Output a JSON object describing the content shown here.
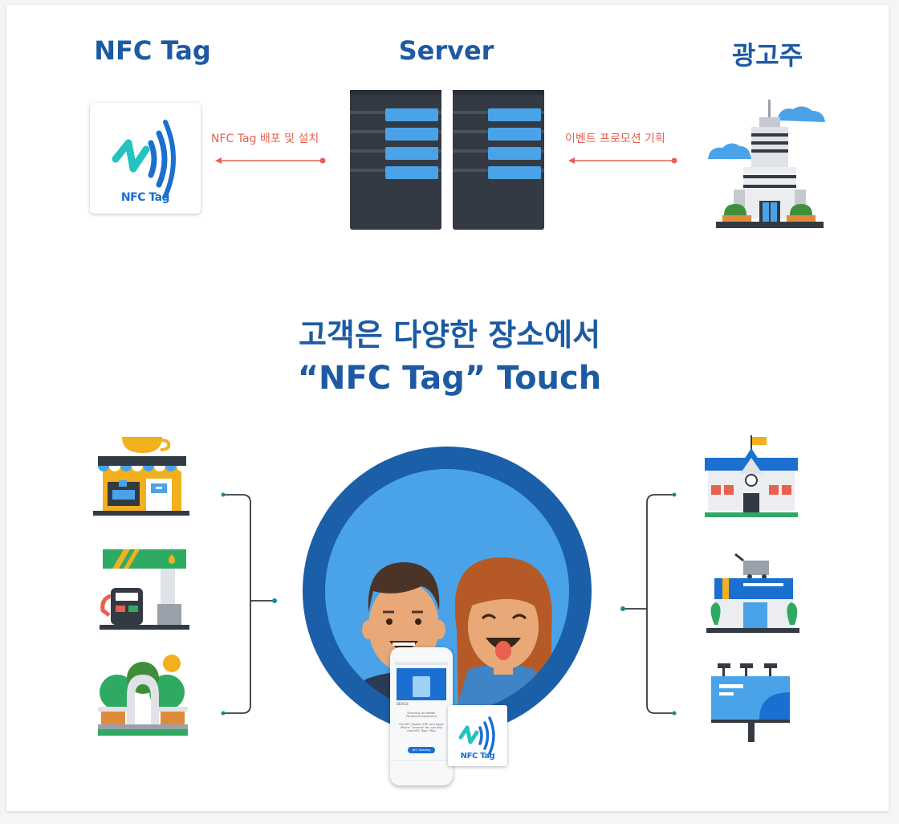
{
  "top": {
    "nfc_heading": "NFC Tag",
    "server_heading": "Server",
    "advertiser_heading": "광고주",
    "left_arrow_label": "NFC Tag 배포 및 설치",
    "right_arrow_label": "이벤트 프로모션 기획",
    "nfc_card_label": "NFC Tag"
  },
  "tagline": {
    "line1": "고객은 다양한 장소에서",
    "line2": "“NFC Tag” Touch"
  },
  "phone": {
    "section": "DEVICE",
    "scanning": "Scanning for Reader Peripheral Equipment",
    "description": "The NFC Reader APP can trigger iPhone 7 events! You can also read NFC Tags' URLs",
    "button": "NFC Reading"
  },
  "small_card_label": "NFC Tag",
  "colors": {
    "brand_blue": "#1d5aa3",
    "accent_red": "#e8604f",
    "sky_blue": "#4aa3e8",
    "dark_gray": "#343a43",
    "nfc_teal": "#23c4bf"
  },
  "icons": {
    "left_places": [
      "cafe-icon",
      "gas-station-icon",
      "park-gate-icon"
    ],
    "right_places": [
      "school-icon",
      "convenience-store-icon",
      "billboard-icon"
    ]
  }
}
